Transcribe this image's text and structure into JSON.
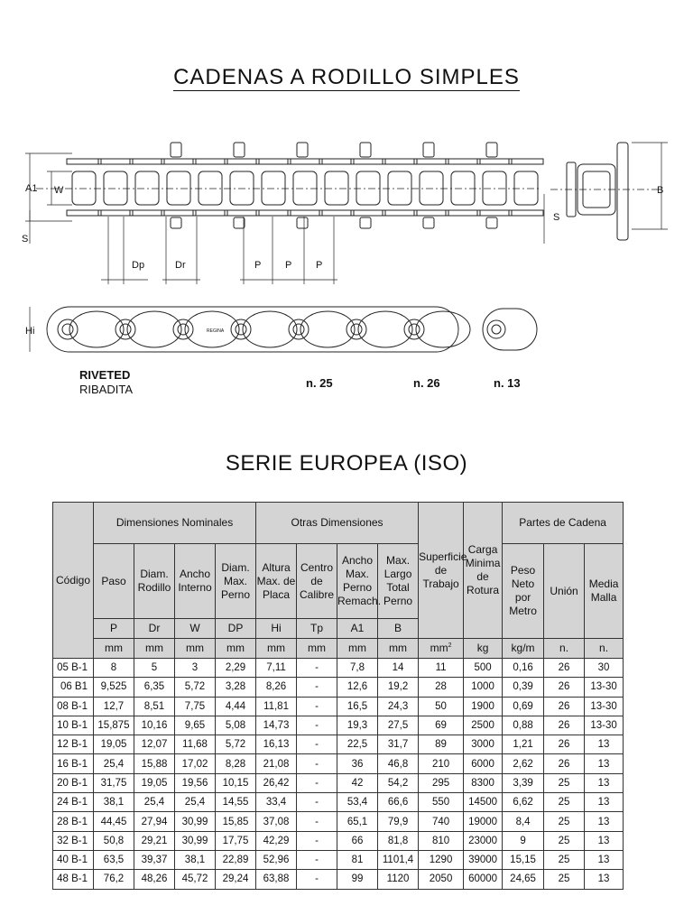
{
  "header": {
    "title": "CADENAS A RODILLO SIMPLES"
  },
  "drawing": {
    "dims": {
      "a1": "A1",
      "w": "W",
      "s": "S",
      "dp": "Dp",
      "dr": "Dr",
      "p": "P",
      "b": "B",
      "hi": "Hi"
    },
    "plate_logo": "REGINA",
    "riveted": "RIVETED",
    "ribadita": "RIBADITA",
    "n25": "n. 25",
    "n26": "n. 26",
    "n13": "n. 13"
  },
  "section": {
    "title": "SERIE EUROPEA (ISO)"
  },
  "table": {
    "codigo": "Código",
    "groups": {
      "nominal": "Dimensiones Nominales",
      "otras": "Otras Dimensiones",
      "partes": "Partes de Cadena"
    },
    "cols": {
      "paso": "Paso",
      "diam_rodillo": "Diam. Rodillo",
      "ancho_interno": "Ancho Interno",
      "diam_perno": "Diam. Max. Perno",
      "altura": "Altura Max. de Placa",
      "centro": "Centro de Calibre",
      "ancho_perno": "Ancho Max. Perno Remach.",
      "largo": "Max. Largo Total Perno",
      "superficie": "Superficie de Trabajo",
      "carga": "Carga Minima de Rotura",
      "peso": "Peso Neto por Metro",
      "union": "Unión",
      "media": "Media Malla"
    },
    "symbols": [
      "P",
      "Dr",
      "W",
      "DP",
      "Hi",
      "Tp",
      "A1",
      "B"
    ],
    "units": {
      "mm": "mm",
      "mm2_base": "mm",
      "mm2_sup": "2",
      "kg": "kg",
      "kgm": "kg/m",
      "n": "n."
    },
    "rows": [
      [
        "05 B-1",
        "8",
        "5",
        "3",
        "2,29",
        "7,11",
        "-",
        "7,8",
        "14",
        "11",
        "500",
        "0,16",
        "26",
        "30"
      ],
      [
        "06 B1",
        "9,525",
        "6,35",
        "5,72",
        "3,28",
        "8,26",
        "-",
        "12,6",
        "19,2",
        "28",
        "1000",
        "0,39",
        "26",
        "13-30"
      ],
      [
        "08 B-1",
        "12,7",
        "8,51",
        "7,75",
        "4,44",
        "11,81",
        "-",
        "16,5",
        "24,3",
        "50",
        "1900",
        "0,69",
        "26",
        "13-30"
      ],
      [
        "10 B-1",
        "15,875",
        "10,16",
        "9,65",
        "5,08",
        "14,73",
        "-",
        "19,3",
        "27,5",
        "69",
        "2500",
        "0,88",
        "26",
        "13-30"
      ],
      [
        "12 B-1",
        "19,05",
        "12,07",
        "11,68",
        "5,72",
        "16,13",
        "-",
        "22,5",
        "31,7",
        "89",
        "3000",
        "1,21",
        "26",
        "13"
      ],
      [
        "16 B-1",
        "25,4",
        "15,88",
        "17,02",
        "8,28",
        "21,08",
        "-",
        "36",
        "46,8",
        "210",
        "6000",
        "2,62",
        "26",
        "13"
      ],
      [
        "20 B-1",
        "31,75",
        "19,05",
        "19,56",
        "10,15",
        "26,42",
        "-",
        "42",
        "54,2",
        "295",
        "8300",
        "3,39",
        "25",
        "13"
      ],
      [
        "24 B-1",
        "38,1",
        "25,4",
        "25,4",
        "14,55",
        "33,4",
        "-",
        "53,4",
        "66,6",
        "550",
        "14500",
        "6,62",
        "25",
        "13"
      ],
      [
        "28 B-1",
        "44,45",
        "27,94",
        "30,99",
        "15,85",
        "37,08",
        "-",
        "65,1",
        "79,9",
        "740",
        "19000",
        "8,4",
        "25",
        "13"
      ],
      [
        "32 B-1",
        "50,8",
        "29,21",
        "30,99",
        "17,75",
        "42,29",
        "-",
        "66",
        "81,8",
        "810",
        "23000",
        "9",
        "25",
        "13"
      ],
      [
        "40 B-1",
        "63,5",
        "39,37",
        "38,1",
        "22,89",
        "52,96",
        "-",
        "81",
        "1101,4",
        "1290",
        "39000",
        "15,15",
        "25",
        "13"
      ],
      [
        "48 B-1",
        "76,2",
        "48,26",
        "45,72",
        "29,24",
        "63,88",
        "-",
        "99",
        "1120",
        "2050",
        "60000",
        "24,65",
        "25",
        "13"
      ]
    ]
  }
}
